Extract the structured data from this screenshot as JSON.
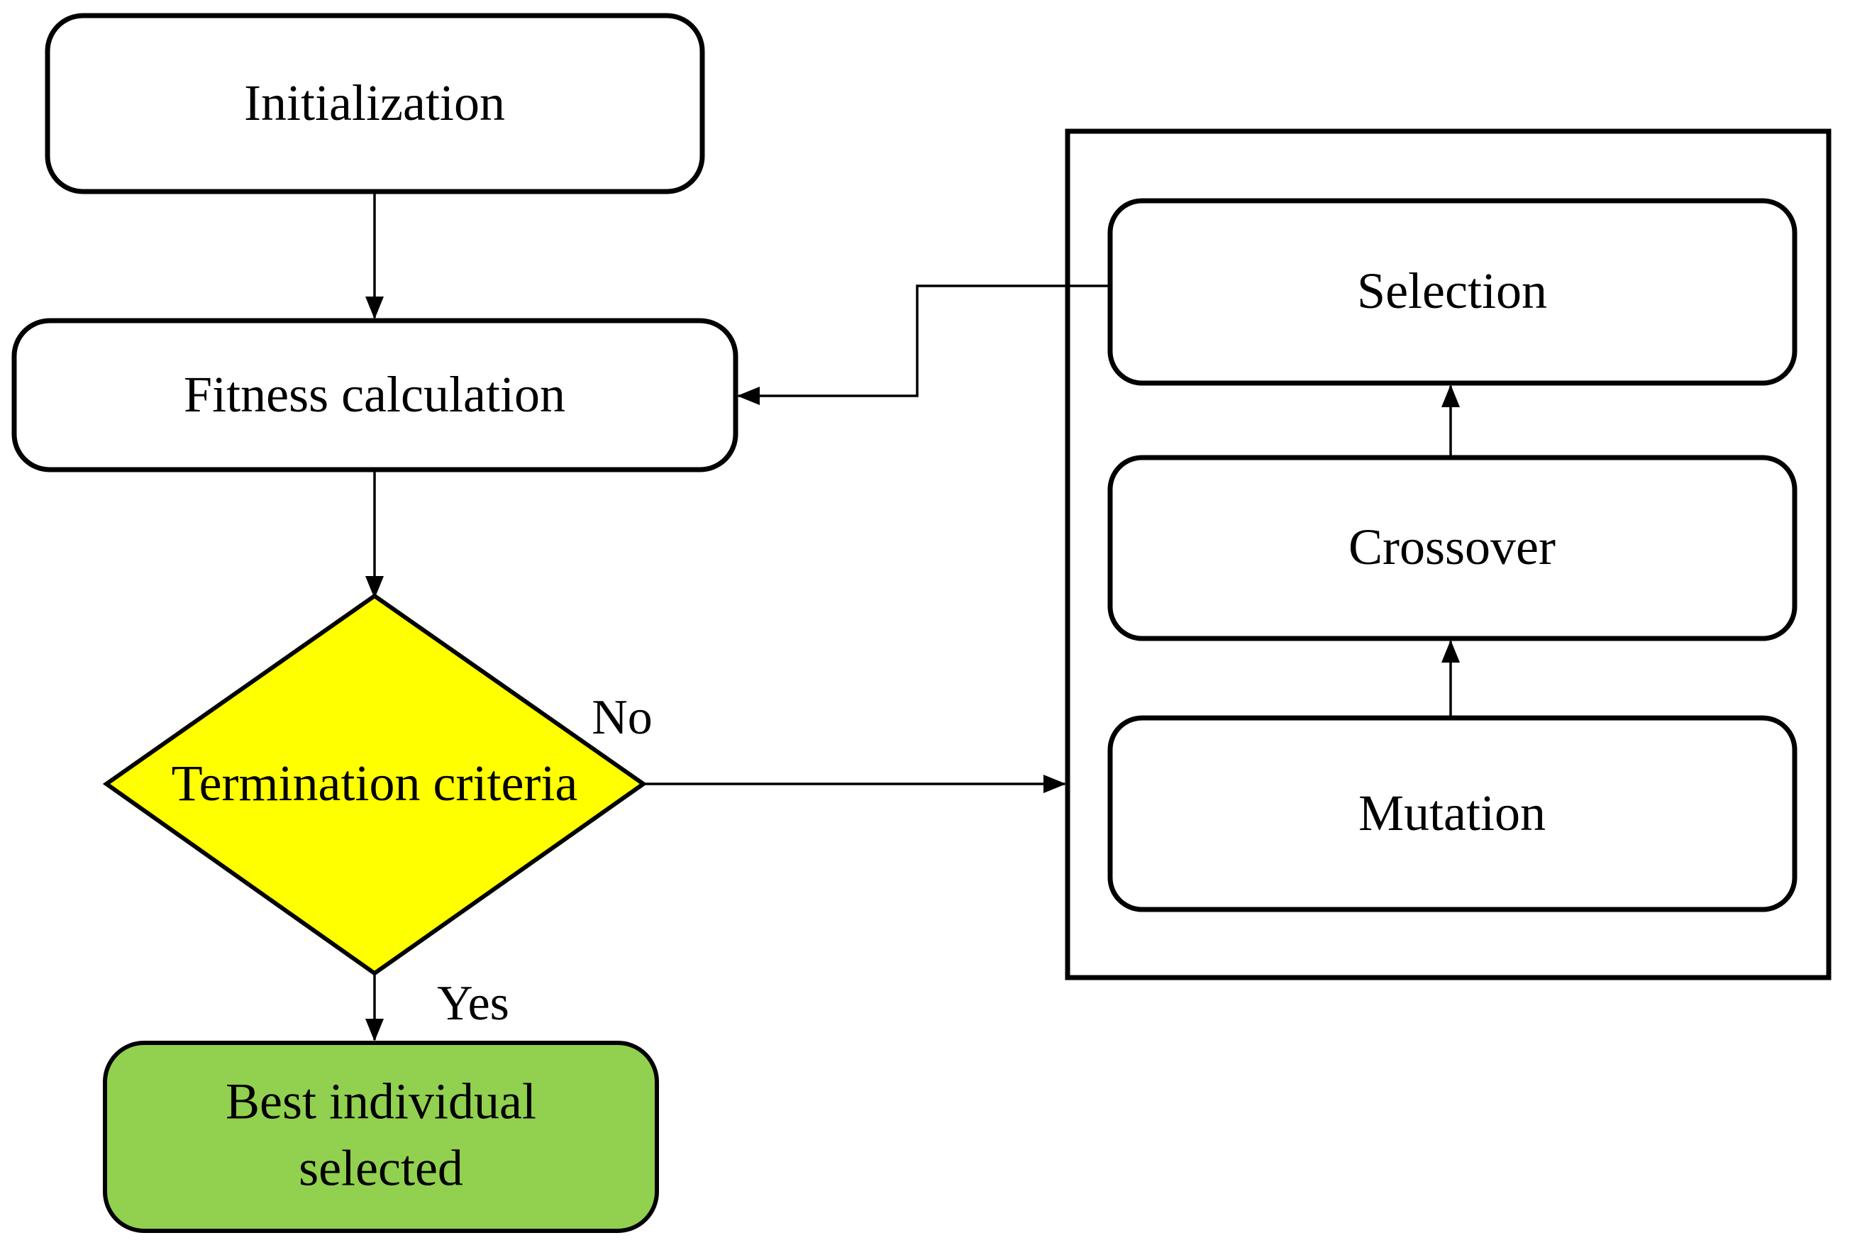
{
  "diagram": {
    "type": "flowchart",
    "nodes": {
      "initialization": {
        "label": "Initialization",
        "shape": "rounded-rectangle",
        "fill": "#FFFFFF"
      },
      "fitness": {
        "label": "Fitness calculation",
        "shape": "rounded-rectangle",
        "fill": "#FFFFFF"
      },
      "decision": {
        "label": "Termination criteria",
        "shape": "diamond",
        "fill": "#FFFF00"
      },
      "best": {
        "label": "Best individual selected",
        "shape": "rounded-rectangle",
        "fill": "#92D050"
      },
      "selection": {
        "label": "Selection",
        "shape": "rounded-rectangle",
        "fill": "#FFFFFF"
      },
      "crossover": {
        "label": "Crossover",
        "shape": "rounded-rectangle",
        "fill": "#FFFFFF"
      },
      "mutation": {
        "label": "Mutation",
        "shape": "rounded-rectangle",
        "fill": "#FFFFFF"
      }
    },
    "edge_labels": {
      "no": "No",
      "yes": "Yes"
    },
    "edges": [
      "initialization -> fitness",
      "fitness -> decision",
      "decision -> best (Yes)",
      "decision -> mutation-group (No)",
      "mutation -> crossover",
      "crossover -> selection",
      "selection -> fitness"
    ]
  },
  "colors": {
    "decision_fill": "#FFFF00",
    "terminal_fill": "#92D050",
    "box_fill": "#FFFFFF",
    "stroke": "#000000",
    "background": "#FFFFFF"
  }
}
